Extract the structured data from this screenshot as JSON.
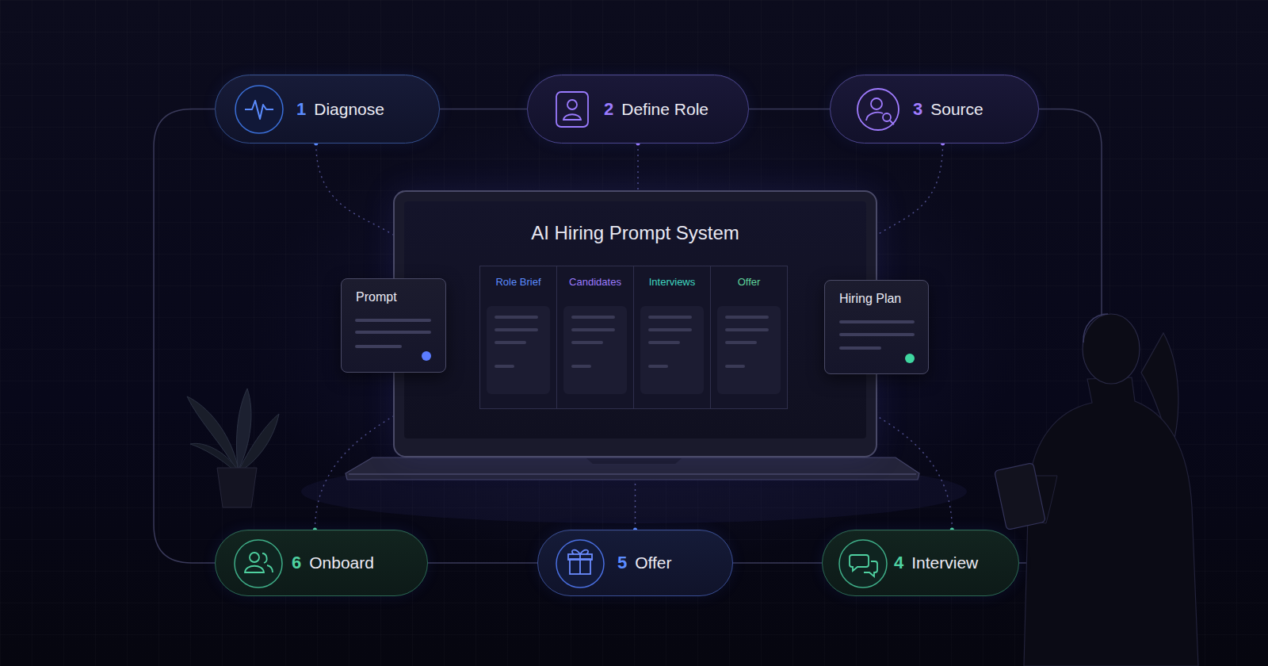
{
  "diagram": {
    "nodes": [
      {
        "text": [
          "1",
          "Diagnose"
        ]
      },
      {
        "text": [
          "2",
          "Define Role"
        ]
      },
      {
        "text": [
          "3",
          "Source"
        ]
      },
      {
        "text": [
          "AI Hiring Prompt System"
        ]
      },
      {
        "text": [
          "Prompt"
        ]
      },
      {
        "text": [
          "Role Brief"
        ],
        "in": 3
      },
      {
        "text": [
          "Candidates"
        ],
        "in": 3
      },
      {
        "text": [
          "Interviews"
        ],
        "in": 3
      },
      {
        "text": [
          "Offer"
        ],
        "in": 3
      },
      {
        "text": [
          "Hiring Plan"
        ]
      },
      {
        "text": [
          "6",
          "Onboard"
        ]
      },
      {
        "text": [
          "5",
          "Offer"
        ]
      },
      {
        "text": [
          "4",
          "Interview"
        ]
      }
    ],
    "edges": [
      {
        "from": 0,
        "to": 1,
        "arrow": "none"
      },
      {
        "from": 1,
        "to": 2,
        "arrow": "none"
      },
      {
        "from": 2,
        "to": 12,
        "arrow": "none"
      },
      {
        "from": 12,
        "to": 11,
        "arrow": "none"
      },
      {
        "from": 11,
        "to": 10,
        "arrow": "none"
      },
      {
        "from": 10,
        "to": 0,
        "arrow": "none"
      },
      {
        "from": 0,
        "to": 3,
        "arrow": "none"
      },
      {
        "from": 1,
        "to": 3,
        "arrow": "none"
      },
      {
        "from": 2,
        "to": 3,
        "arrow": "none"
      },
      {
        "from": 10,
        "to": 3,
        "arrow": "none"
      },
      {
        "from": 11,
        "to": 3,
        "arrow": "none"
      },
      {
        "from": 12,
        "to": 3,
        "arrow": "none"
      },
      {
        "from": 4,
        "to": 5,
        "arrow": "none"
      },
      {
        "from": 8,
        "to": 9,
        "arrow": "none"
      }
    ]
  }
}
